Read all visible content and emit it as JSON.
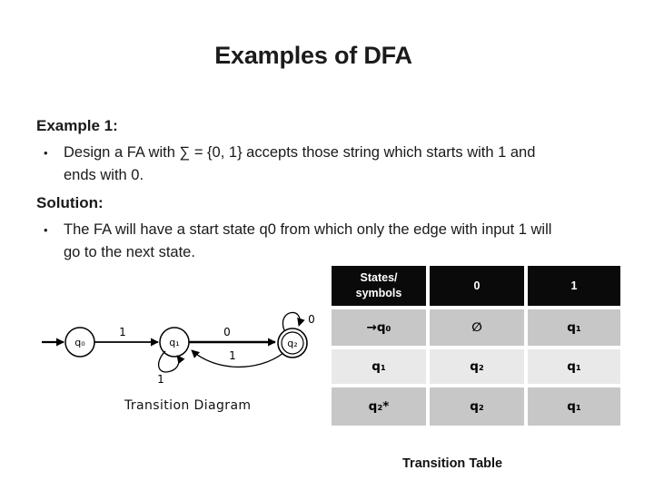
{
  "slide": {
    "title": "Examples of DFA",
    "body": {
      "bullet_char": "•",
      "example_heading": "Example 1:",
      "bullet1_line1": "Design a FA with ∑ = {0, 1} accepts those string which starts with 1 and",
      "bullet1_line2": "ends with 0.",
      "solution_heading": "Solution:",
      "bullet2_line1": "The FA will have a start state q0 from which only the edge with input 1 will",
      "bullet2_line2": "go to the next state."
    },
    "diagram": {
      "caption": "Transition Diagram",
      "states": [
        {
          "label": "q₀",
          "start": true,
          "accepting": false
        },
        {
          "label": "q₁",
          "start": false,
          "accepting": false
        },
        {
          "label": "q₂",
          "start": false,
          "accepting": true
        }
      ],
      "edge_labels": {
        "q0_to_q1": "1",
        "q1_self": "1",
        "q1_to_q2": "0",
        "q2_self": "0",
        "q2_to_q1": "1"
      }
    },
    "table": {
      "caption": "Transition Table",
      "header": {
        "col1_line1": "States/",
        "col1_line2": "symbols",
        "col2": "0",
        "col3": "1"
      },
      "rows": [
        [
          "→q₀",
          "∅",
          "q₁"
        ],
        [
          "q₁",
          "q₂",
          "q₁"
        ],
        [
          "q₂*",
          "q₂",
          "q₁"
        ]
      ]
    },
    "colors": {
      "header_bg": "#0a0a0a",
      "row_dark": "#c7c7c7",
      "row_light": "#e9e9e9",
      "text": "#1a1a1a"
    }
  }
}
